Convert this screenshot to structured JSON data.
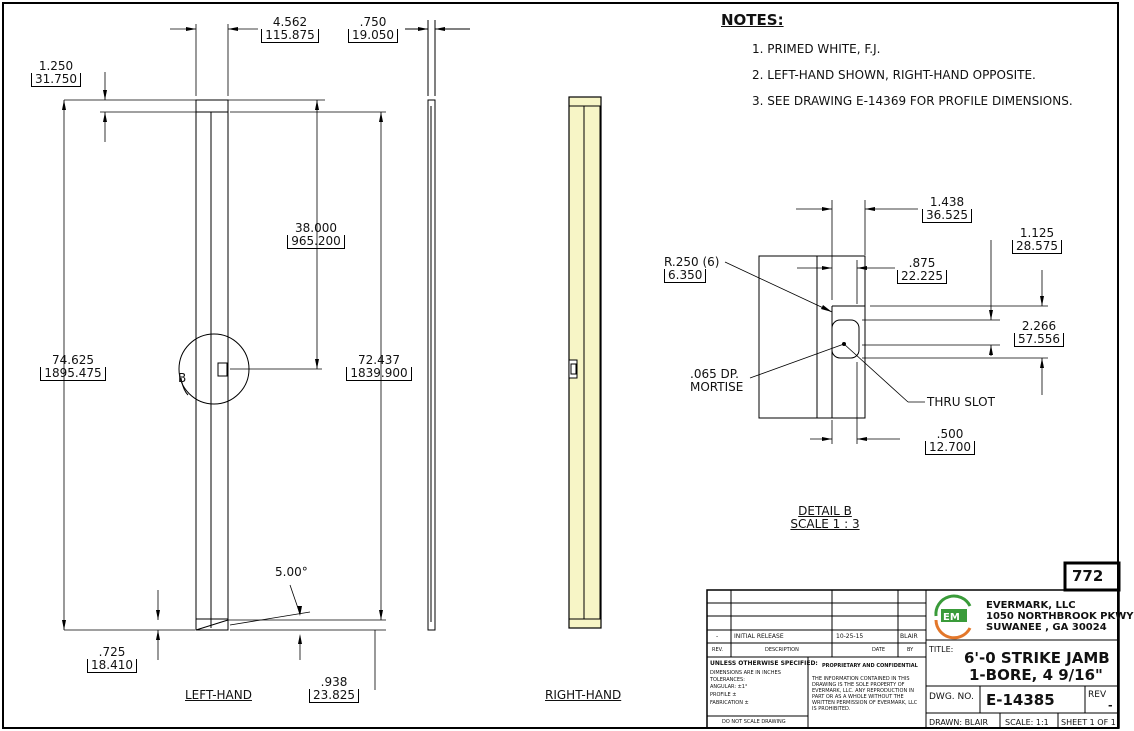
{
  "notes": {
    "title": "NOTES:",
    "items": [
      "1.  PRIMED WHITE, F.J.",
      "2.  LEFT-HAND SHOWN, RIGHT-HAND OPPOSITE.",
      "3.  SEE DRAWING E-14369 FOR PROFILE DIMENSIONS."
    ]
  },
  "dims": {
    "width_in": "4.562",
    "width_mm": "115.875",
    "thick_in": ".750",
    "thick_mm": "19.050",
    "top_in": "1.250",
    "top_mm": "31.750",
    "bore_in": "38.000",
    "bore_mm": "965.200",
    "overall_in": "74.625",
    "overall_mm": "1895.475",
    "inner_in": "72.437",
    "inner_mm": "1839.900",
    "bevel": "5.00°",
    "bottom_in": ".725",
    "bottom_mm": "18.410",
    "bevel_off_in": ".938",
    "bevel_off_mm": "23.825",
    "b_marker": "B"
  },
  "detail": {
    "d1_in": "1.438",
    "d1_mm": "36.525",
    "d2_in": "1.125",
    "d2_mm": "28.575",
    "d3_in": ".875",
    "d3_mm": "22.225",
    "d4_in": "2.266",
    "d4_mm": "57.556",
    "radius_in": "R.250  (6)",
    "radius_mm": "6.350",
    "mortise_1": ".065 DP.",
    "mortise_2": "MORTISE",
    "thru_slot": "THRU SLOT",
    "d5_in": ".500",
    "d5_mm": "12.700",
    "caption": "DETAIL B",
    "scale": "SCALE 1 : 3"
  },
  "views": {
    "left": "LEFT-HAND",
    "right": "RIGHT-HAND"
  },
  "title_block": {
    "page_number": "772",
    "revision_row": {
      "rev": "-",
      "description": "INITIAL RELEASE",
      "date": "10-25-15",
      "by": "BLAIR"
    },
    "headers": {
      "rev": "REV.",
      "description": "DESCRIPTION",
      "date": "DATE",
      "by": "BY"
    },
    "company": [
      "EVERMARK, LLC",
      "1050 NORTHBROOK PKWY",
      "SUWANEE , GA  30024"
    ],
    "title_label": "TITLE:",
    "title_line1": "6'-0 STRIKE JAMB",
    "title_line2": "1-BORE, 4 9/16\"",
    "dwg_label": "DWG.  NO.",
    "dwg_no": "E-14385",
    "rev_label": "REV",
    "rev_value": "-",
    "drawn": "DRAWN:  BLAIR",
    "scale": "SCALE:  1:1",
    "sheet": "SHEET 1 OF 1",
    "unless_title": "UNLESS OTHERWISE SPECIFIED:",
    "unless_lines": [
      "DIMENSIONS ARE IN INCHES",
      "TOLERANCES:",
      "ANGULAR:  ±1°",
      "PROFILE  ±",
      "FABRICATION  ±"
    ],
    "do_not_scale": "DO NOT SCALE DRAWING",
    "proprietary_title": "PROPRIETARY AND CONFIDENTIAL",
    "proprietary_text": "THE INFORMATION CONTAINED IN THIS DRAWING IS THE SOLE PROPERTY OF EVERMARK, LLC.  ANY REPRODUCTION IN PART OR AS A WHOLE WITHOUT THE WRITTEN PERMISSION OF EVERMARK, LLC IS PROHIBITED."
  },
  "colors": {
    "jamb_fill": "#f7f5c6",
    "logo_green": "#3a9b3a",
    "logo_orange": "#e3772a"
  }
}
